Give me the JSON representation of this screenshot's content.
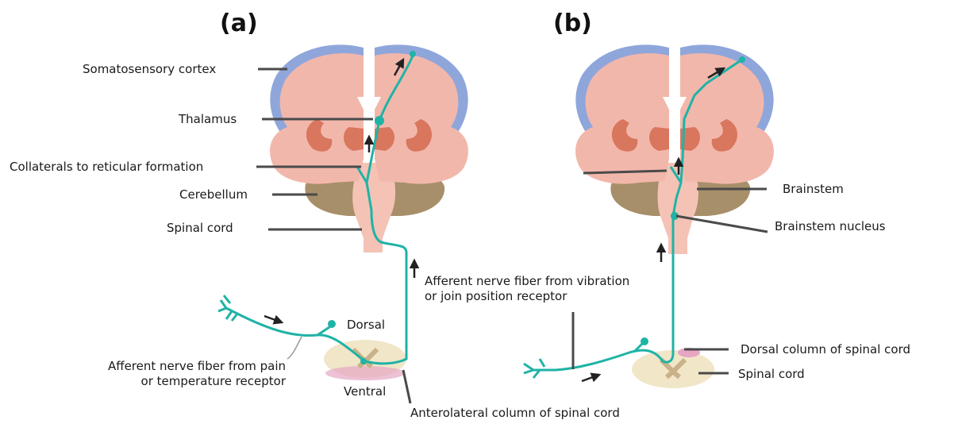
{
  "panels": {
    "a": "(a)",
    "b": "(b)"
  },
  "labels_a": {
    "somatosensory_cortex": "Somatosensory cortex",
    "thalamus": "Thalamus",
    "collaterals": "Collaterals to reticular formation",
    "cerebellum": "Cerebellum",
    "spinal_cord": "Spinal cord",
    "dorsal": "Dorsal",
    "ventral": "Ventral",
    "afferent_pain_line1": "Afferent nerve fiber from pain",
    "afferent_pain_line2": "or temperature receptor",
    "anterolateral": "Anterolateral column of spinal cord"
  },
  "labels_b": {
    "afferent_vibration_line1": "Afferent nerve fiber from vibration",
    "afferent_vibration_line2": "or join position receptor",
    "brainstem": "Brainstem",
    "brainstem_nucleus": "Brainstem nucleus",
    "dorsal_column": "Dorsal column of spinal cord",
    "spinal_cord": "Spinal cord"
  },
  "colors": {
    "cortex_outline": "#8fa6db",
    "brain_fill": "#f2b7ab",
    "deep_structures": "#d9765e",
    "cerebellum": "#a78f6a",
    "brainstem": "#f4c3b6",
    "nerve_fiber": "#1fb3a6",
    "leader_line": "#4a4a4a",
    "spinal_section": "#f1e6c8",
    "spinal_pink": "#e6a6c4"
  },
  "icons": [
    "arrow-icon"
  ]
}
